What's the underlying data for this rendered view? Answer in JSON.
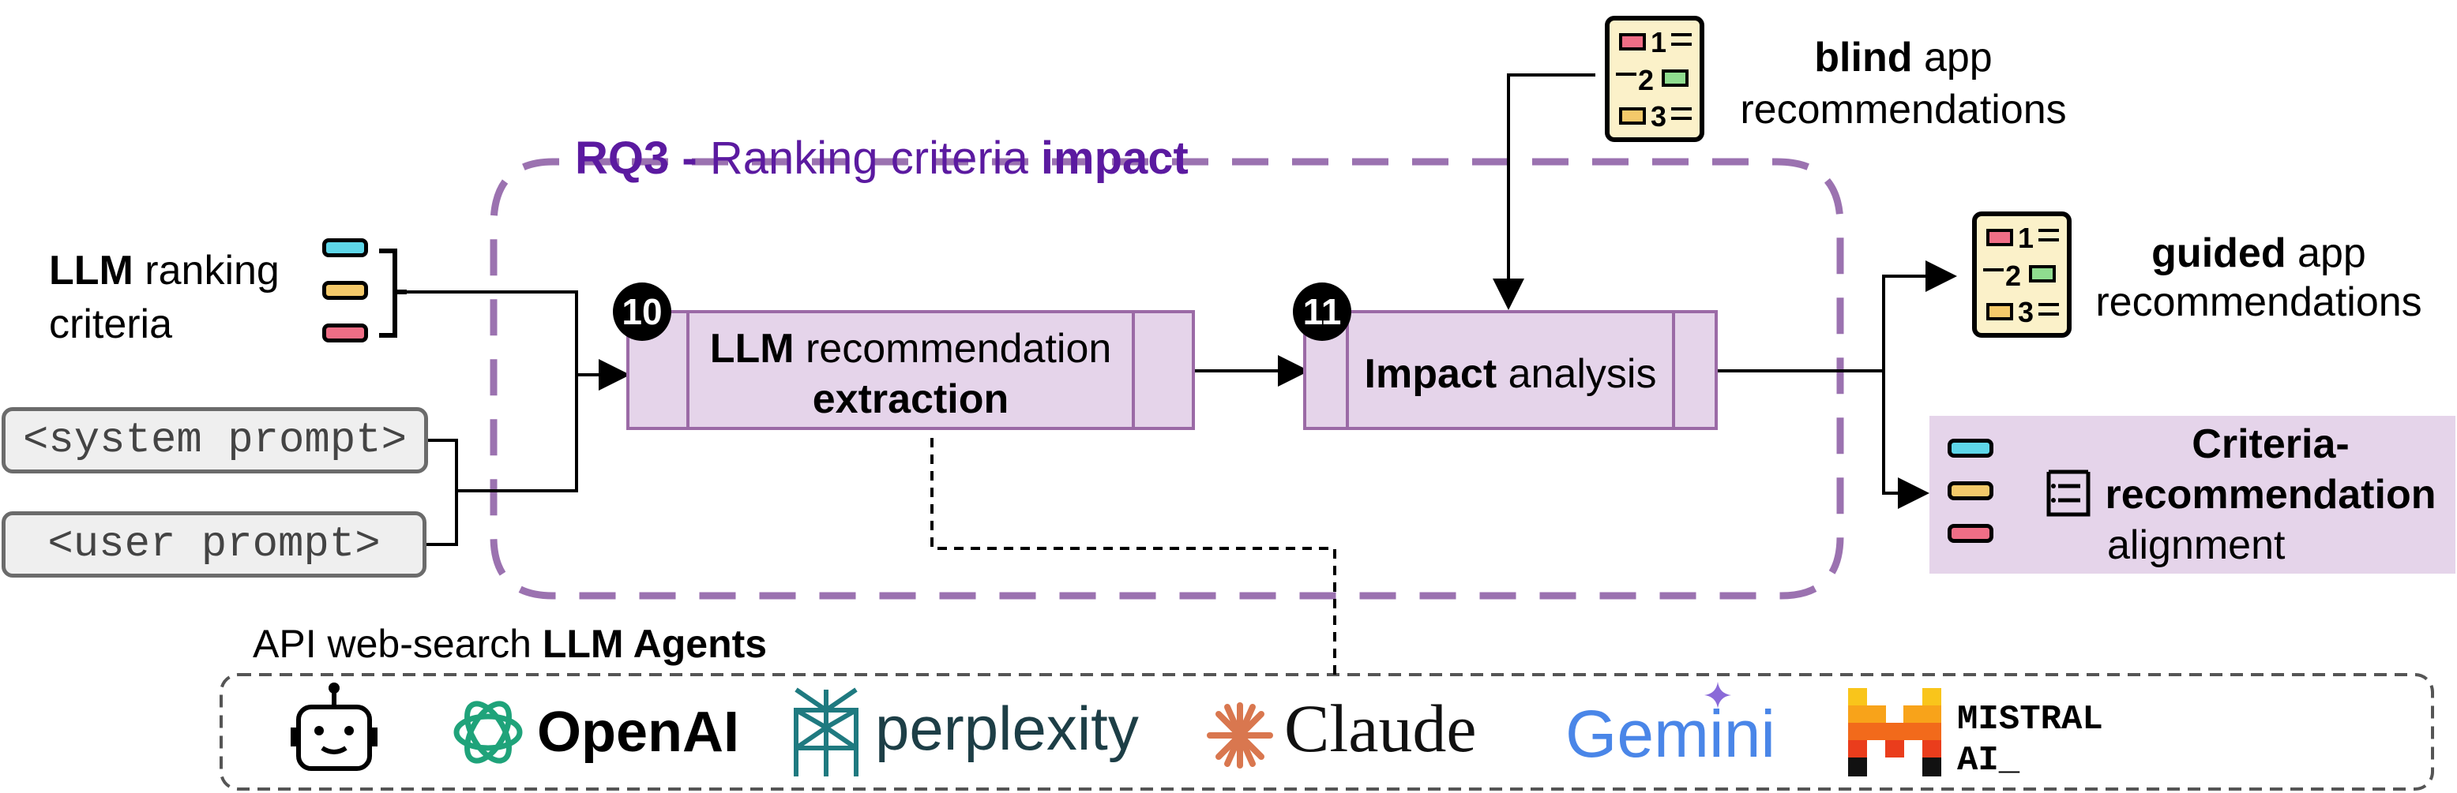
{
  "title": {
    "rq": "RQ3",
    "sep": "-",
    "plain": "Ranking criteria",
    "bold": "impact"
  },
  "inputs": {
    "llm_criteria": {
      "bold": "LLM",
      "rest": "ranking",
      "line2": "criteria"
    },
    "system_prompt": "<system prompt>",
    "user_prompt": "<user prompt>"
  },
  "steps": [
    {
      "number": "10",
      "line1_bold": "LLM",
      "line1_rest": "recommendation",
      "line2_bold": "extraction"
    },
    {
      "number": "11",
      "bold": "Impact",
      "rest": "analysis"
    }
  ],
  "outputs": {
    "blind": {
      "bold": "blind",
      "rest": "app",
      "line2": "recommendations"
    },
    "guided": {
      "bold": "guided",
      "rest": "app",
      "line2": "recommendations"
    },
    "alignment": {
      "line1": "Criteria-",
      "line2": "recommendation",
      "line3": "alignment"
    }
  },
  "list_icon_numbers": [
    "1",
    "2",
    "3"
  ],
  "agents": {
    "caption_plain": "API web-search",
    "caption_bold": "LLM Agents",
    "logos": [
      "OpenAI",
      "perplexity",
      "Claude",
      "Gemini",
      "MISTRAL",
      "AI_"
    ],
    "icons": [
      "robot-icon",
      "openai-icon",
      "perplexity-icon",
      "claude-icon",
      "gemini-sparkle-icon",
      "mistral-icon"
    ]
  },
  "colors": {
    "accent_purple": "#5b1aa0",
    "dashed_region": "#9b72b0",
    "process_fill": "#e5d4ea",
    "openai_green": "#1fa37a",
    "perplexity_teal": "#1f7a80",
    "claude_orange": "#d9774f",
    "gemini_blue": "#4a86e8",
    "mistral_orange": "#f26a1b"
  }
}
